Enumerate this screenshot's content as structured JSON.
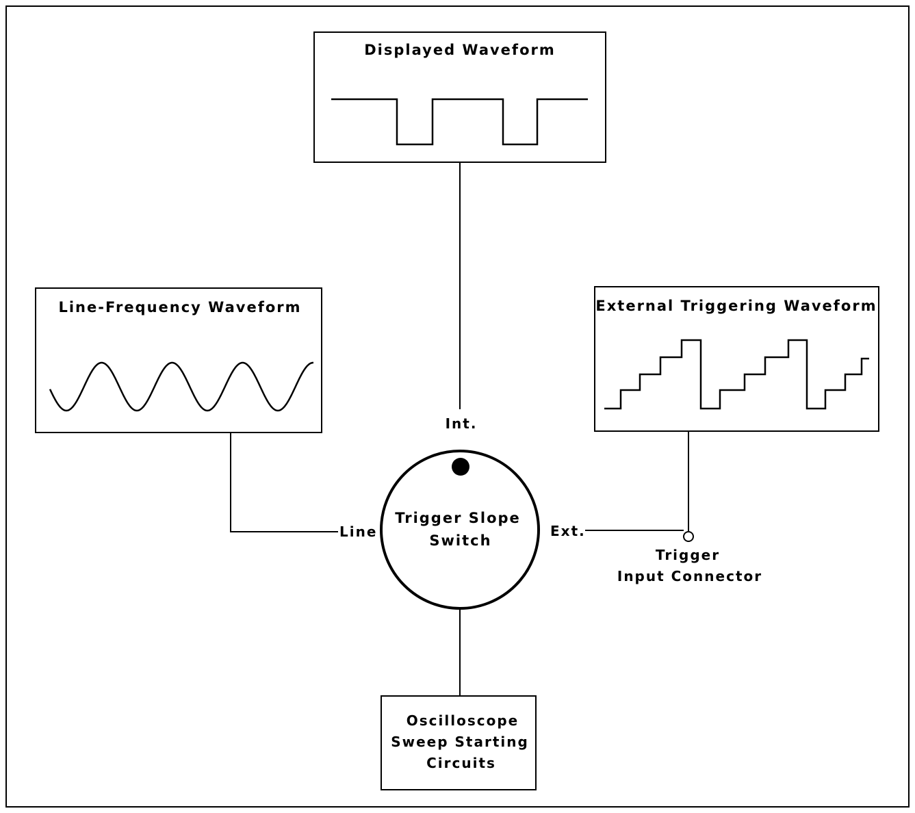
{
  "displayed_waveform": {
    "title": "Displayed Waveform"
  },
  "line_frequency_waveform": {
    "title": "Line-Frequency Waveform"
  },
  "external_triggering_waveform": {
    "title": "External Triggering Waveform"
  },
  "switch": {
    "label_line1": "Trigger Slope",
    "label_line2": "Switch",
    "positions": {
      "int": "Int.",
      "line": "Line",
      "ext": "Ext."
    }
  },
  "trigger_connector": {
    "label_line1": "Trigger",
    "label_line2": "Input Connector"
  },
  "sweep_circuits": {
    "line1": "Oscilloscope",
    "line2": "Sweep Starting",
    "line3": "Circuits"
  },
  "colors": {
    "ink": "#000000",
    "paper": "#ffffff"
  }
}
